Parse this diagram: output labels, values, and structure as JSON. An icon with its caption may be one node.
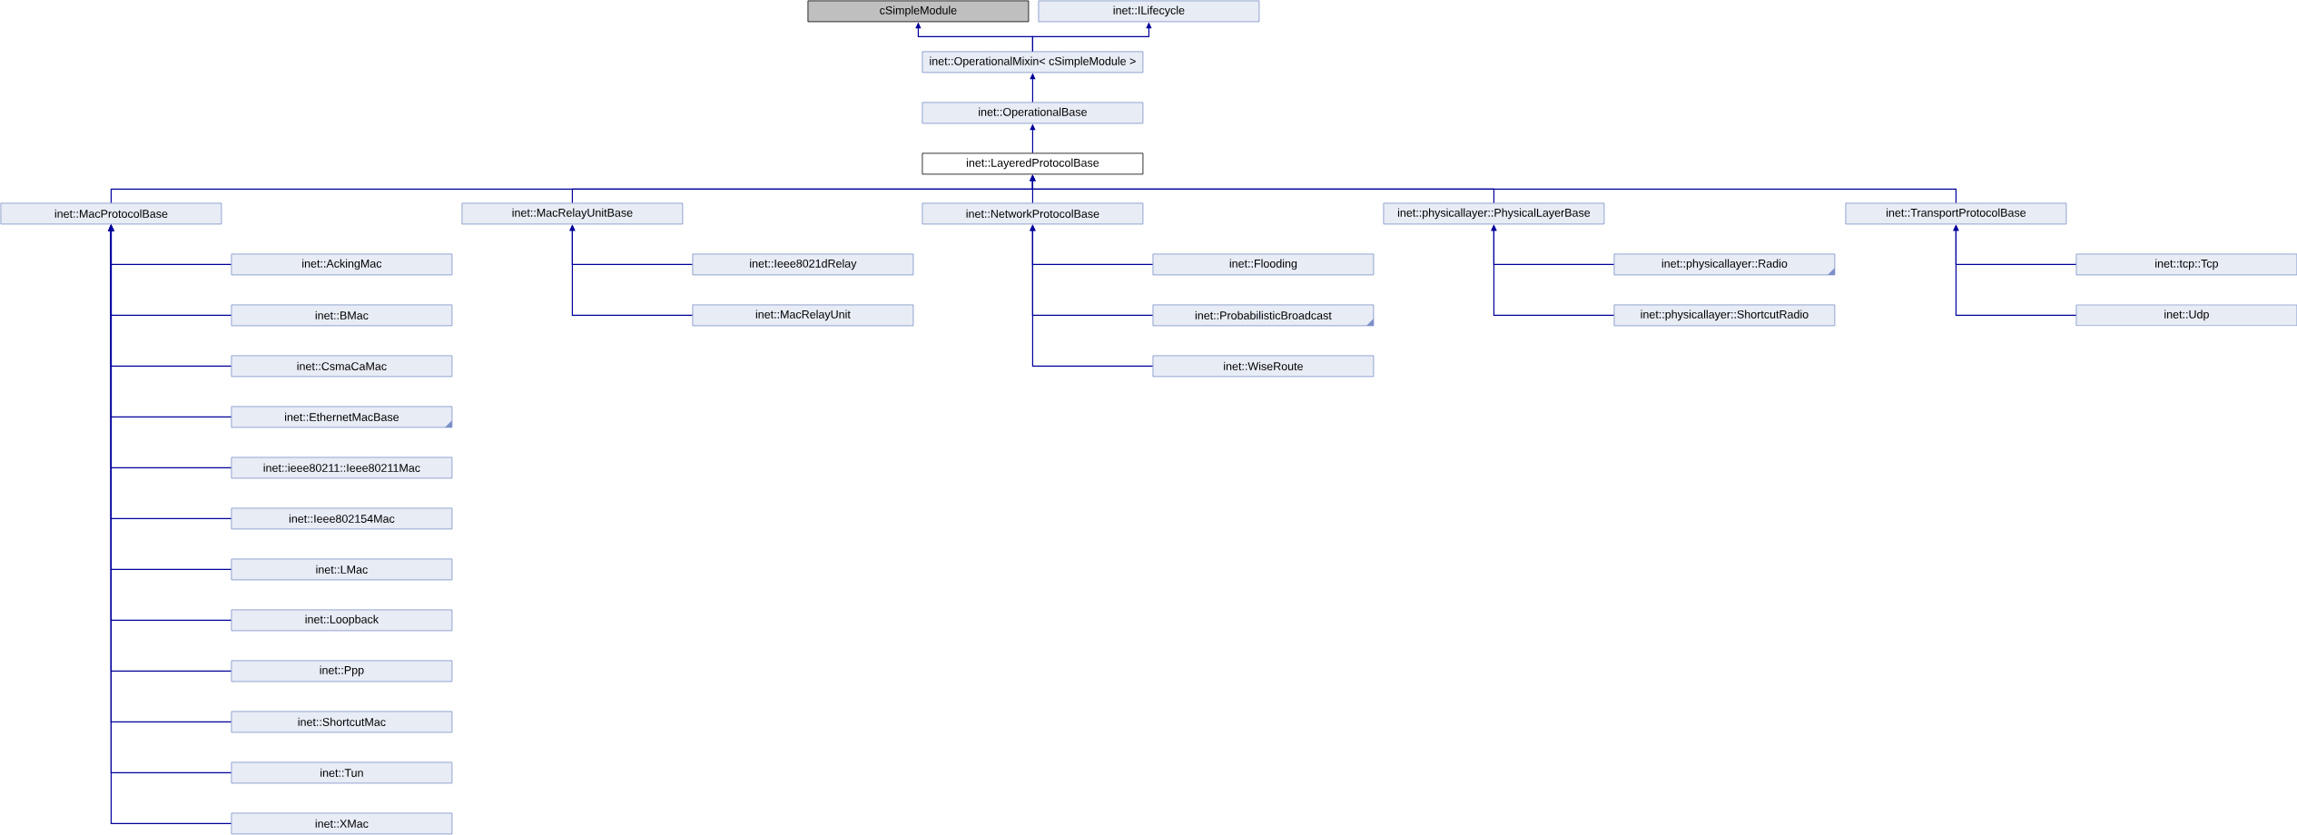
{
  "diagram": {
    "nodes": [
      {
        "text": [
          "cSimpleModule"
        ]
      },
      {
        "text": [
          "inet::ILifecycle"
        ]
      },
      {
        "text": [
          "inet::OperationalMixin< cSimpleModule >"
        ]
      },
      {
        "text": [
          "inet::OperationalBase"
        ]
      },
      {
        "text": [
          "inet::LayeredProtocolBase"
        ]
      },
      {
        "text": [
          "inet::MacProtocolBase"
        ]
      },
      {
        "text": [
          "inet::MacRelayUnitBase"
        ]
      },
      {
        "text": [
          "inet::NetworkProtocolBase"
        ]
      },
      {
        "text": [
          "inet::physicallayer::PhysicalLayerBase"
        ]
      },
      {
        "text": [
          "inet::TransportProtocolBase"
        ]
      },
      {
        "text": [
          "inet::AckingMac"
        ]
      },
      {
        "text": [
          "inet::BMac"
        ]
      },
      {
        "text": [
          "inet::CsmaCaMac"
        ]
      },
      {
        "text": [
          "inet::EthernetMacBase"
        ]
      },
      {
        "text": [
          "inet::ieee80211::Ieee80211Mac"
        ]
      },
      {
        "text": [
          "inet::Ieee802154Mac"
        ]
      },
      {
        "text": [
          "inet::LMac"
        ]
      },
      {
        "text": [
          "inet::Loopback"
        ]
      },
      {
        "text": [
          "inet::Ppp"
        ]
      },
      {
        "text": [
          "inet::ShortcutMac"
        ]
      },
      {
        "text": [
          "inet::Tun"
        ]
      },
      {
        "text": [
          "inet::XMac"
        ]
      },
      {
        "text": [
          "inet::Ieee8021dRelay"
        ]
      },
      {
        "text": [
          "inet::MacRelayUnit"
        ]
      },
      {
        "text": [
          "inet::Flooding"
        ]
      },
      {
        "text": [
          "inet::ProbabilisticBroadcast"
        ]
      },
      {
        "text": [
          "inet::WiseRoute"
        ]
      },
      {
        "text": [
          "inet::physicallayer::Radio"
        ]
      },
      {
        "text": [
          "inet::physicallayer::ShortcutRadio"
        ]
      },
      {
        "text": [
          "inet::tcp::Tcp"
        ]
      },
      {
        "text": [
          "inet::Udp"
        ]
      }
    ],
    "edges": [
      {
        "from": 2,
        "to": 0,
        "arrow": "to"
      },
      {
        "from": 2,
        "to": 1,
        "arrow": "to"
      },
      {
        "from": 3,
        "to": 2,
        "arrow": "to"
      },
      {
        "from": 4,
        "to": 3,
        "arrow": "to"
      },
      {
        "from": 5,
        "to": 4,
        "arrow": "to"
      },
      {
        "from": 6,
        "to": 4,
        "arrow": "to"
      },
      {
        "from": 7,
        "to": 4,
        "arrow": "to"
      },
      {
        "from": 8,
        "to": 4,
        "arrow": "to"
      },
      {
        "from": 9,
        "to": 4,
        "arrow": "to"
      },
      {
        "from": 10,
        "to": 5,
        "arrow": "to"
      },
      {
        "from": 11,
        "to": 5,
        "arrow": "to"
      },
      {
        "from": 12,
        "to": 5,
        "arrow": "to"
      },
      {
        "from": 13,
        "to": 5,
        "arrow": "to"
      },
      {
        "from": 14,
        "to": 5,
        "arrow": "to"
      },
      {
        "from": 15,
        "to": 5,
        "arrow": "to"
      },
      {
        "from": 16,
        "to": 5,
        "arrow": "to"
      },
      {
        "from": 17,
        "to": 5,
        "arrow": "to"
      },
      {
        "from": 18,
        "to": 5,
        "arrow": "to"
      },
      {
        "from": 19,
        "to": 5,
        "arrow": "to"
      },
      {
        "from": 20,
        "to": 5,
        "arrow": "to"
      },
      {
        "from": 21,
        "to": 5,
        "arrow": "to"
      },
      {
        "from": 22,
        "to": 6,
        "arrow": "to"
      },
      {
        "from": 23,
        "to": 6,
        "arrow": "to"
      },
      {
        "from": 24,
        "to": 7,
        "arrow": "to"
      },
      {
        "from": 25,
        "to": 7,
        "arrow": "to"
      },
      {
        "from": 26,
        "to": 7,
        "arrow": "to"
      },
      {
        "from": 27,
        "to": 8,
        "arrow": "to"
      },
      {
        "from": 28,
        "to": 8,
        "arrow": "to"
      },
      {
        "from": 29,
        "to": 9,
        "arrow": "to"
      },
      {
        "from": 30,
        "to": 9,
        "arrow": "to"
      }
    ]
  }
}
